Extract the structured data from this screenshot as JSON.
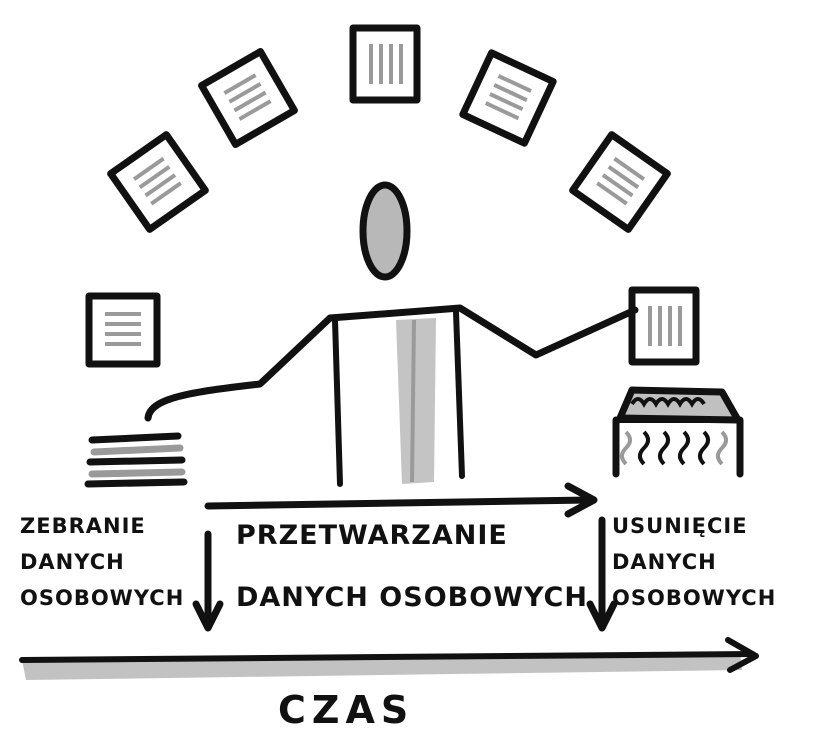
{
  "stages": {
    "collection": {
      "line1": "ZEBRANIE",
      "line2": "DANYCH",
      "line3": "OSOBOWYCH"
    },
    "processing": {
      "line1": "PRZETWARZANIE",
      "line2": "DANYCH OSOBOWYCH"
    },
    "deletion": {
      "line1": "USUNIĘCIE",
      "line2": "DANYCH",
      "line3": "OSOBOWYCH"
    }
  },
  "timeline": {
    "label": "CZAS"
  },
  "colors": {
    "ink": "#111111",
    "fill": "#c8c8c8",
    "line": "#9a9a9a"
  },
  "icons": [
    "document-icon",
    "head-icon",
    "paper-stack-icon",
    "shredder-icon"
  ]
}
